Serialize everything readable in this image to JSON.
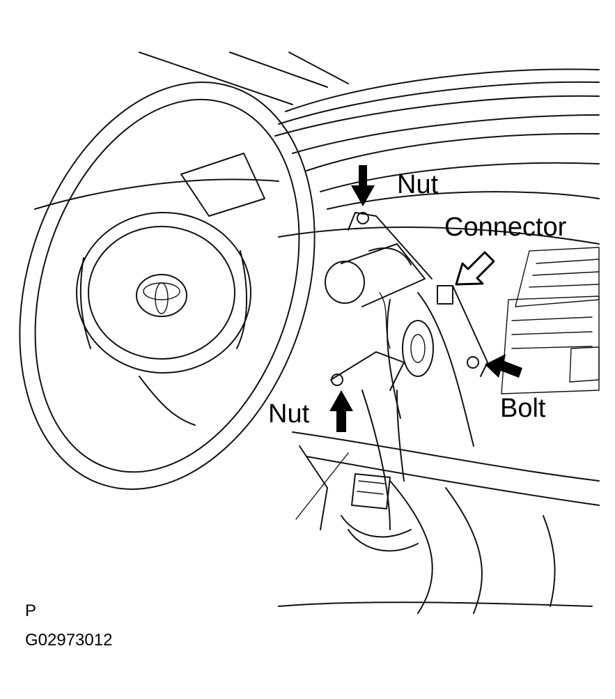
{
  "labels": {
    "nut_top": "Nut",
    "connector": "Connector",
    "nut_bottom": "Nut",
    "bolt": "Bolt",
    "view_letter": "P",
    "figure_code": "G02973012"
  },
  "colors": {
    "line": "#111111",
    "background": "#ffffff",
    "arrow_fill": "#000000",
    "arrow_outline_fill": "#ffffff"
  },
  "icons": {
    "brand_emblem": "toyota-logo-icon",
    "solid_arrow": "arrow-solid-icon",
    "outline_arrow": "arrow-outline-icon"
  }
}
